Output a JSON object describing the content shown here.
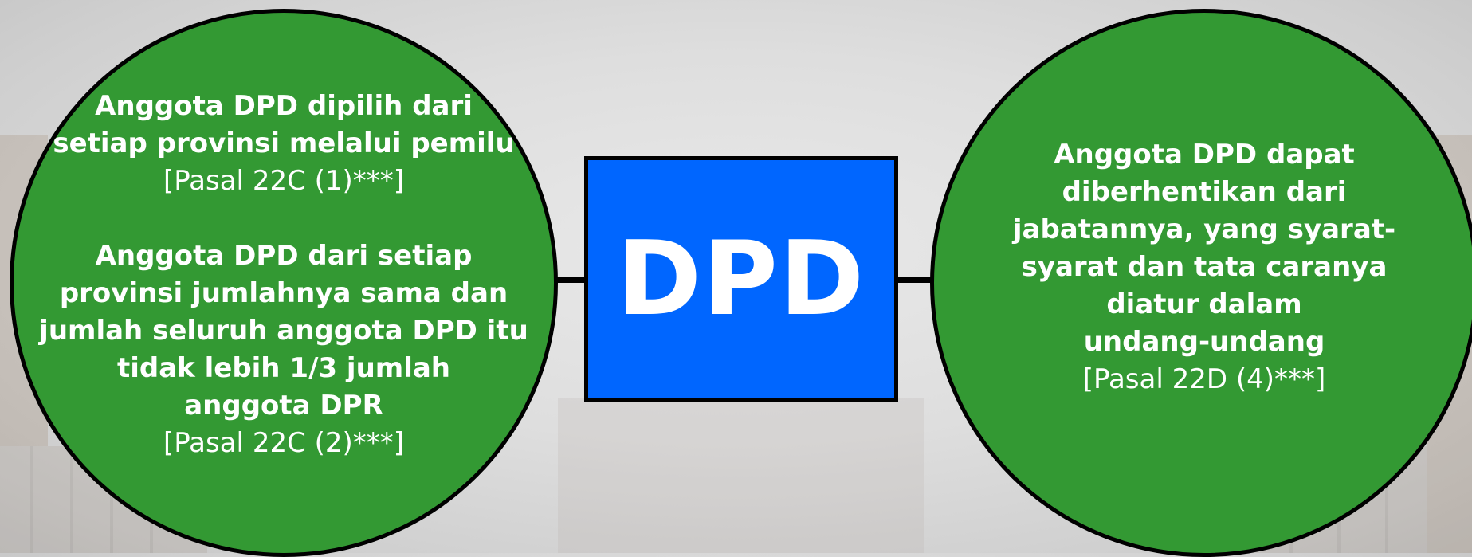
{
  "center": {
    "label": "DPD"
  },
  "left_circle": {
    "block1": {
      "lines": [
        "Anggota DPD dipilih dari",
        "setiap provinsi melalui pemilu"
      ],
      "ref": "[Pasal 22C (1)***]"
    },
    "block2": {
      "lines": [
        "Anggota DPD dari setiap",
        "provinsi jumlahnya sama dan",
        "jumlah seluruh anggota DPD itu",
        "tidak lebih 1/3 jumlah",
        "anggota DPR"
      ],
      "ref": "[Pasal 22C (2)***]"
    }
  },
  "right_circle": {
    "lines": [
      "Anggota DPD dapat",
      "diberhentikan dari",
      "jabatannya, yang syarat-",
      "syarat dan tata caranya",
      "diatur dalam",
      "undang-undang"
    ],
    "ref": "[Pasal 22D (4)***]"
  },
  "colors": {
    "circle_fill": "#339933",
    "box_fill": "#0066ff",
    "outline": "#000000",
    "text": "#ffffff"
  }
}
